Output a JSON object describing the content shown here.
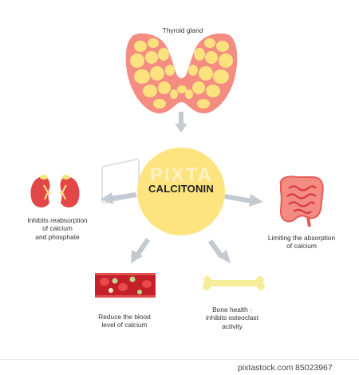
{
  "diagram": {
    "title_node": "Thyroid gland",
    "hub": "CALCITONIN",
    "effects": {
      "kidney": "Inhibits reabsorption\nof calcium\nand phosphate",
      "intestine": "Limiting the absorption\nof calcium",
      "blood": "Reduce the blood\nlevel of calcium",
      "bone": "Bone health -\ninhibits osteoclast\nactivity"
    }
  },
  "watermark": {
    "text": "PIXTA"
  },
  "footer": {
    "site": "pixtastock.com",
    "id": "85023967"
  },
  "colors": {
    "thyroid_outer": "#f58c82",
    "thyroid_lobule": "#fbe27e",
    "hub": "#fde47f",
    "arrow": "#c4cad1",
    "kidney": "#e24747",
    "intestine": "#f07070",
    "blood_vessel": "#c3202a",
    "blood_cell_red": "#e84a4a",
    "blood_cell_green": "#b8d98c",
    "bone": "#f7ec9a"
  }
}
